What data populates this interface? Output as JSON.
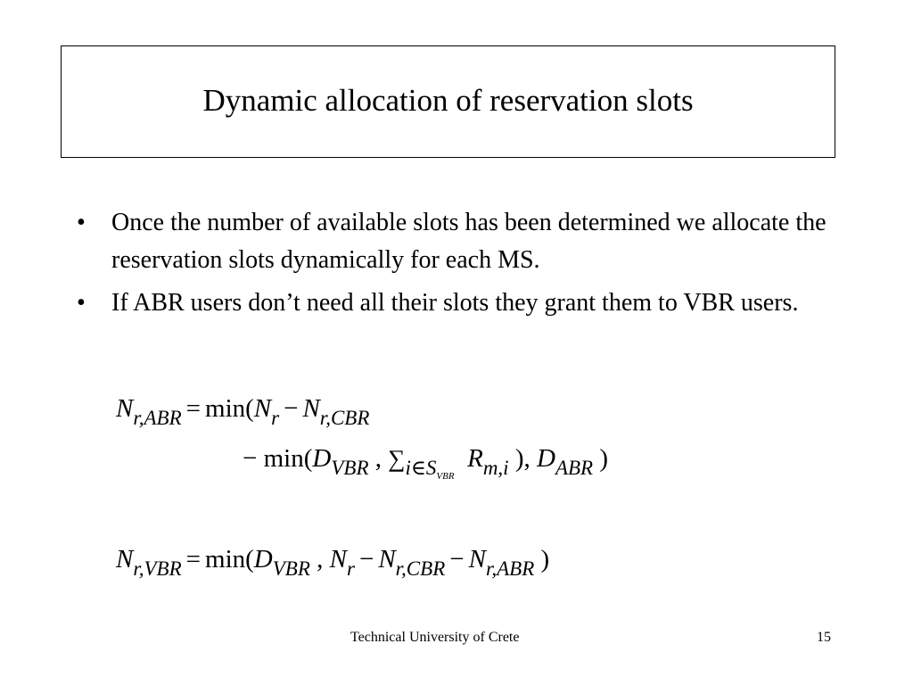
{
  "slide": {
    "title": "Dynamic allocation of reservation slots",
    "bullets": [
      "Once the number of available slots has been determined we allocate the reservation slots dynamically for each MS.",
      "If ABR users don’t need all their slots they grant them to VBR users."
    ],
    "bullet_glyph": "•",
    "equations": {
      "eq1_line1": "N_{r,ABR} = min(N_r − N_{r,CBR}",
      "eq1_line2": "− min(D_{VBR}, Σ_{i∈S_VBR} R_{m,i}), D_{ABR})",
      "eq2": "N_{r,VBR} = min(D_{VBR}, N_r − N_{r,CBR} − N_{r,ABR})"
    },
    "footer": {
      "institution": "Technical University of Crete",
      "page_number": "15"
    }
  }
}
